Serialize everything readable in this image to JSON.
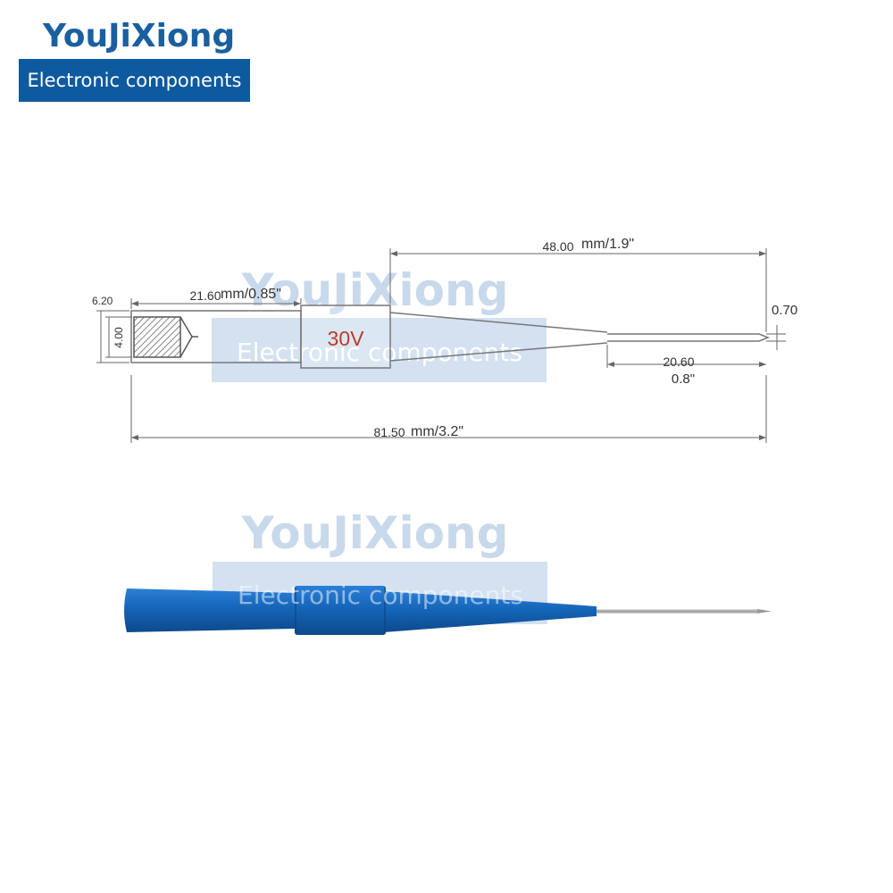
{
  "brand": {
    "title": "YouJiXiong",
    "subtitle": "Electronic components",
    "title_color": "#1a5fa0",
    "subtitle_bg": "#0e5a9e"
  },
  "watermark": {
    "title": "YouJiXiong",
    "subtitle": "Electronic components"
  },
  "drawing": {
    "label_30v": "30V",
    "label_30v_color": "#c0392b",
    "dims": {
      "overall_value": "81.50",
      "overall_unit": "mm/3.2\"",
      "top_value": "48.00",
      "top_unit": "mm/1.9\"",
      "left_value": "21.60",
      "left_unit": "mm/0.85\"",
      "dia_outer": "6.20",
      "dia_inner": "4.00",
      "tip_dia": "0.70",
      "pin_value": "20.60",
      "pin_unit": "0.8\""
    }
  },
  "product": {
    "color": "#1565b8"
  }
}
